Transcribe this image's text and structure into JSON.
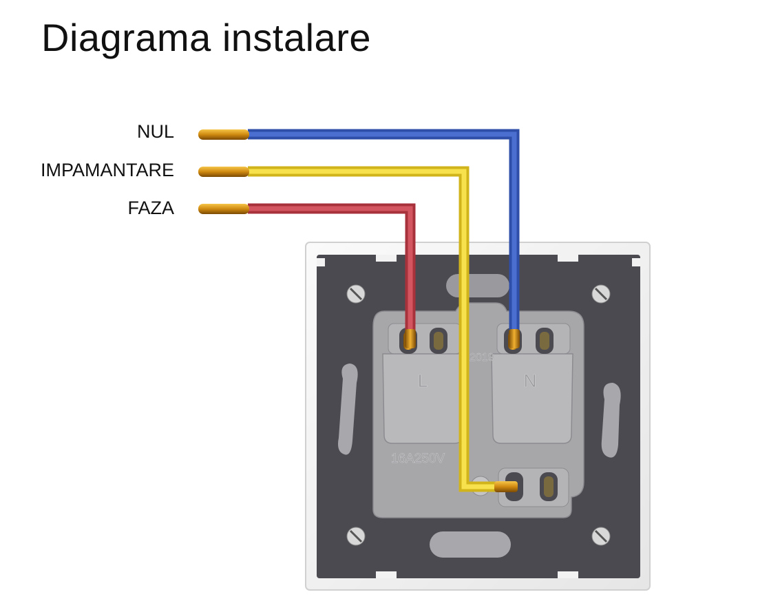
{
  "title": "Diagrama instalare",
  "wires": [
    {
      "label": "NUL",
      "color": "#3a5bbf"
    },
    {
      "label": "IMPAMANTARE",
      "color": "#f2d93a"
    },
    {
      "label": "FAZA",
      "color": "#c9444f"
    }
  ],
  "socket": {
    "terminal_left": "L",
    "terminal_right": "N",
    "year_mark": "2019",
    "rating": "16A250V",
    "colors": {
      "frame": "#f4f4f4",
      "plate": "#4a4a50",
      "body": "#a7a7aa",
      "block": "#b9b9bc",
      "copper": "#e0a020"
    }
  }
}
